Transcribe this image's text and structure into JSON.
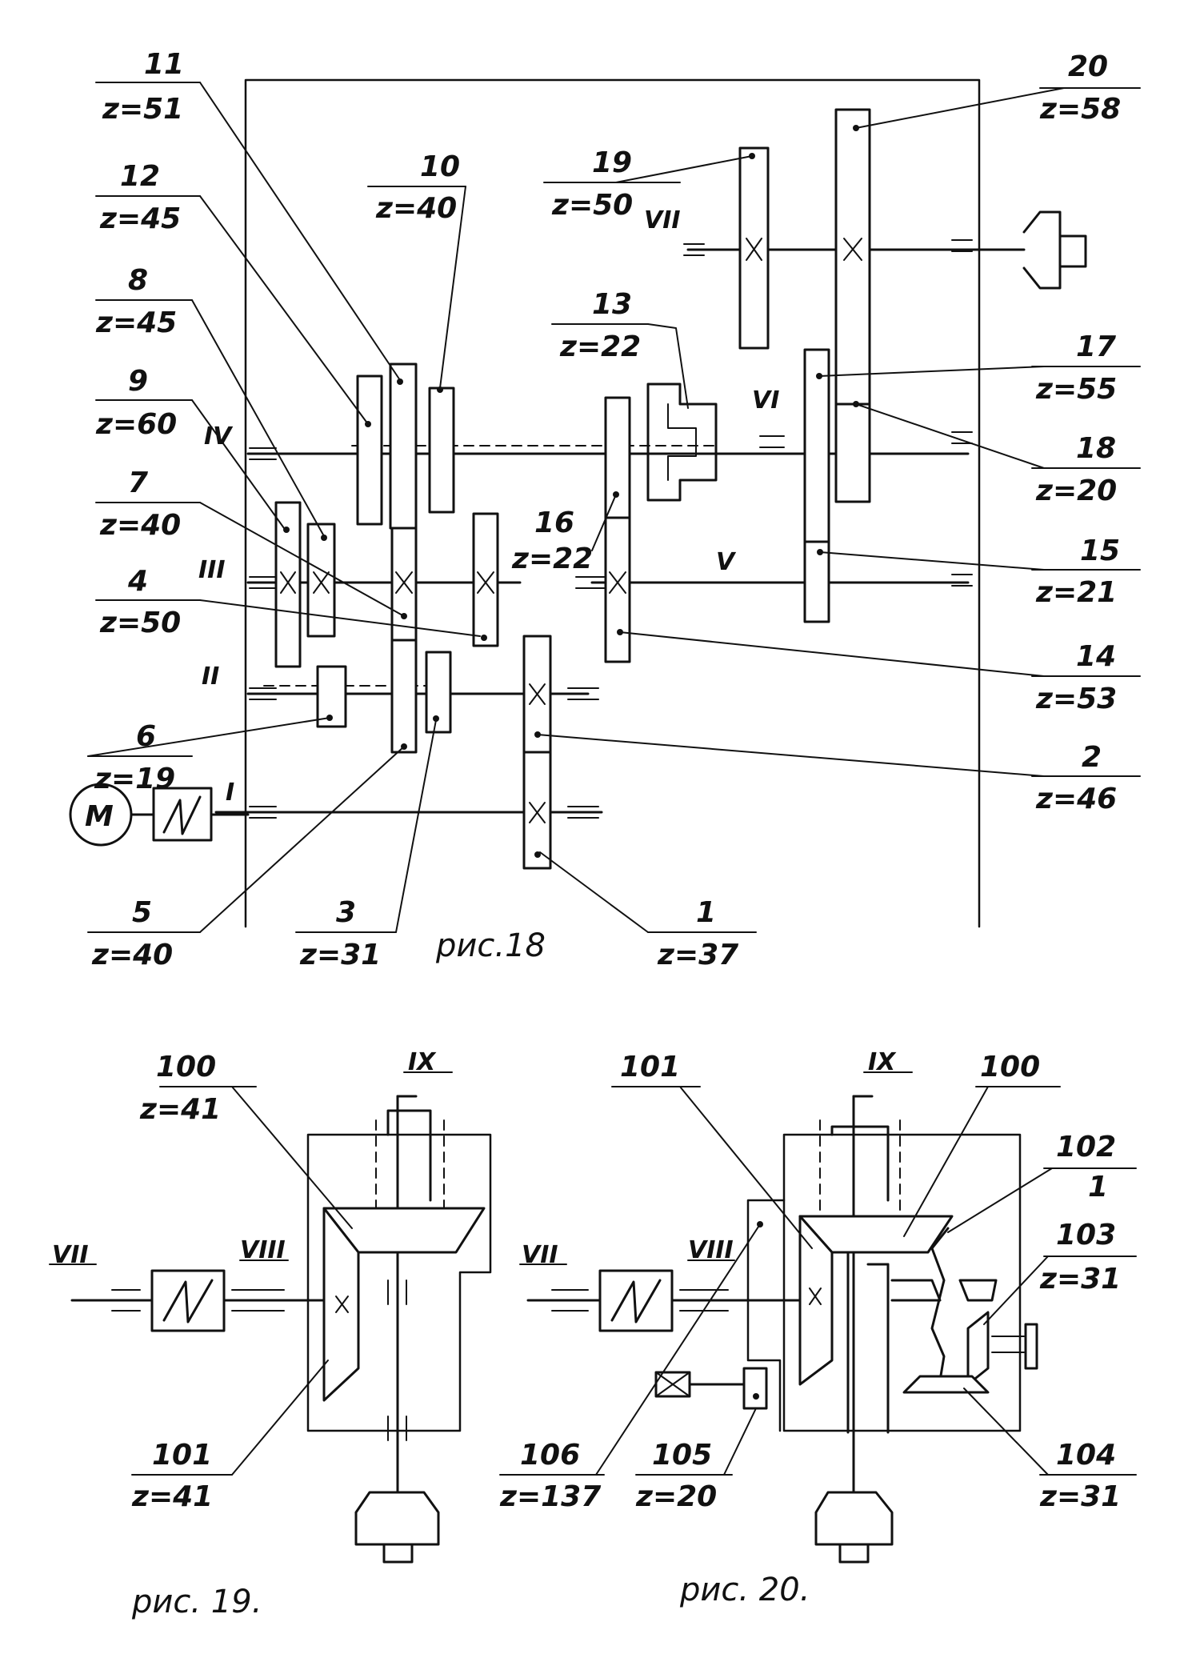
{
  "figure_18": {
    "caption": "рис.18",
    "labels": {
      "g11": {
        "num": "11",
        "z": "z=51"
      },
      "g12": {
        "num": "12",
        "z": "z=45"
      },
      "g8": {
        "num": "8",
        "z": "z=45"
      },
      "g9": {
        "num": "9",
        "z": "z=60"
      },
      "g7": {
        "num": "7",
        "z": "z=40"
      },
      "g4": {
        "num": "4",
        "z": "z=50"
      },
      "g6": {
        "num": "6",
        "z": "z=19"
      },
      "g5": {
        "num": "5",
        "z": "z=40"
      },
      "g3": {
        "num": "3",
        "z": "z=31"
      },
      "g1": {
        "num": "1",
        "z": "z=37"
      },
      "g10": {
        "num": "10",
        "z": "z=40"
      },
      "g19": {
        "num": "19",
        "z": "z=50"
      },
      "g13": {
        "num": "13",
        "z": "z=22"
      },
      "g16": {
        "num": "16",
        "z": "z=22"
      },
      "g20": {
        "num": "20",
        "z": "z=58"
      },
      "g17": {
        "num": "17",
        "z": "z=55"
      },
      "g18": {
        "num": "18",
        "z": "z=20"
      },
      "g15": {
        "num": "15",
        "z": "z=21"
      },
      "g14": {
        "num": "14",
        "z": "z=53"
      },
      "g2": {
        "num": "2",
        "z": "z=46"
      }
    },
    "shafts": {
      "I": "I",
      "II": "II",
      "III": "III",
      "IV": "IV",
      "V": "V",
      "VI": "VI",
      "VII": "VII"
    },
    "motor": "M"
  },
  "figure_19": {
    "caption": "рис. 19.",
    "labels": {
      "g100": {
        "num": "100",
        "z": "z=41"
      },
      "g101": {
        "num": "101",
        "z": "z=41"
      }
    },
    "shafts": {
      "VII": "VII",
      "VIII": "VIII",
      "IX": "IX"
    }
  },
  "figure_20": {
    "caption": "рис. 20.",
    "labels": {
      "g101": {
        "num": "101"
      },
      "g100": {
        "num": "100"
      },
      "g102": {
        "num": "102",
        "sub": "1"
      },
      "g103": {
        "num": "103",
        "z": "z=31"
      },
      "g104": {
        "num": "104",
        "z": "z=31"
      },
      "g105": {
        "num": "105",
        "z": "z=20"
      },
      "g106": {
        "num": "106",
        "z": "z=137"
      }
    },
    "shafts": {
      "VII": "VII",
      "VIII": "VIII",
      "IX": "IX"
    }
  }
}
